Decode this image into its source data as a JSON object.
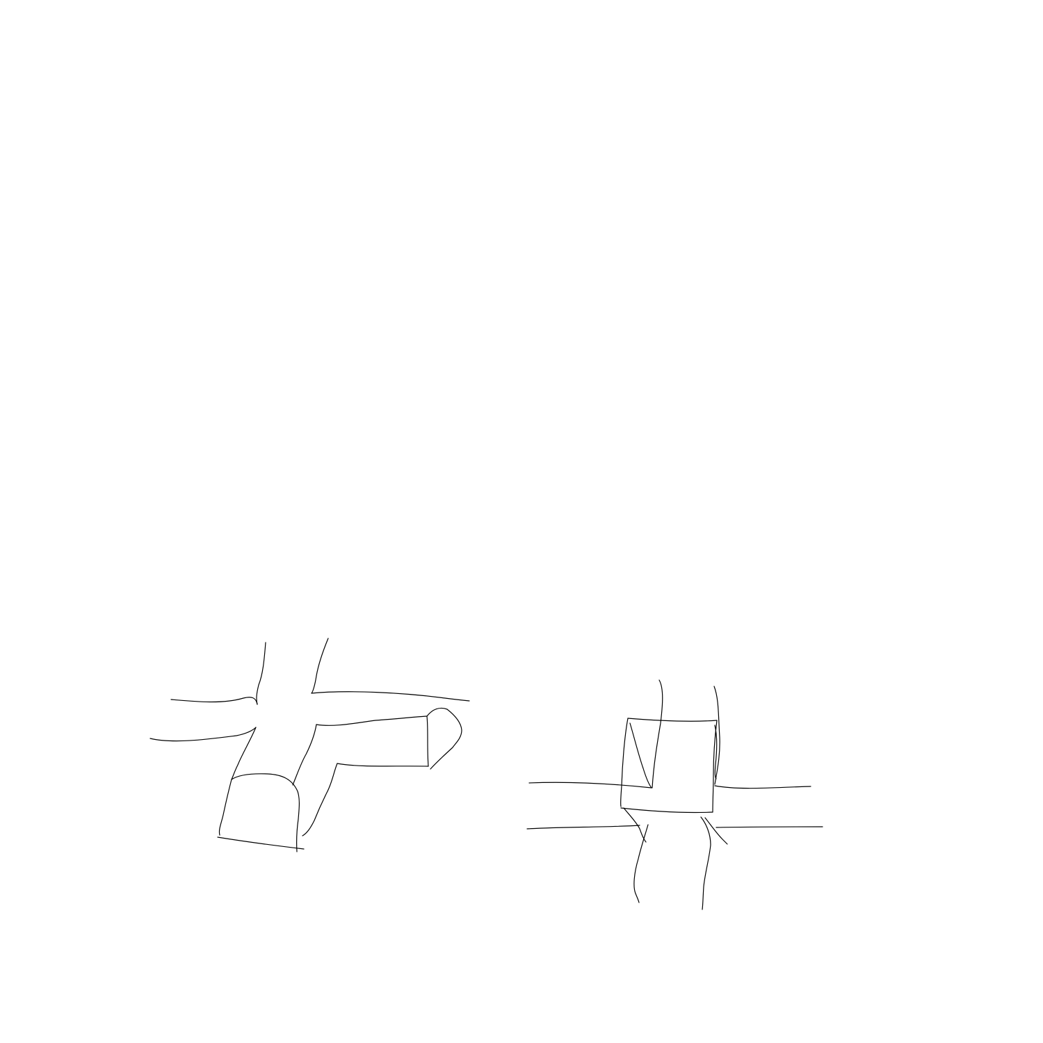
{
  "canvas": {
    "background": "#ffffff",
    "stroke_color": "#000000"
  },
  "drawings": [
    {
      "name": "left-sketch",
      "description_icon": "pipe-tee-with-cap-sketch"
    },
    {
      "name": "right-sketch",
      "description_icon": "crossing-box-sketch"
    }
  ]
}
